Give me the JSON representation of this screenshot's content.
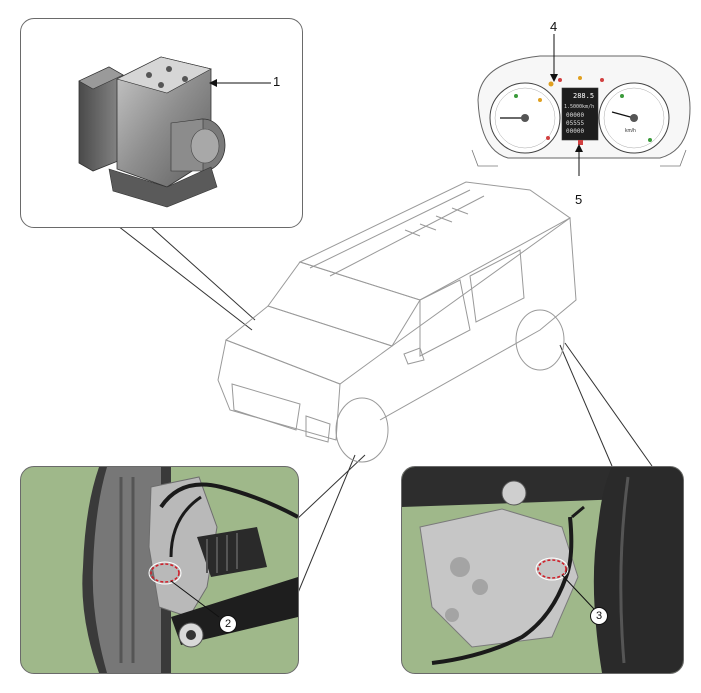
{
  "callouts": {
    "abs_unit": "1",
    "front_wheel_sensor": "2",
    "rear_wheel_sensor": "3",
    "abs_warning_lamp": "4",
    "ebd_warning_lamp": "5"
  },
  "cluster": {
    "odo_top": "288.5",
    "odo_line_1": "1.5000km/h",
    "odo_line_2": "00000",
    "odo_line_3": "05555",
    "odo_line_4": "00000",
    "speed_unit": "km/h"
  },
  "colors": {
    "photo_background": "#9fb88a",
    "highlight_circle": "#d0202a",
    "outline": "#6a6a6a"
  }
}
